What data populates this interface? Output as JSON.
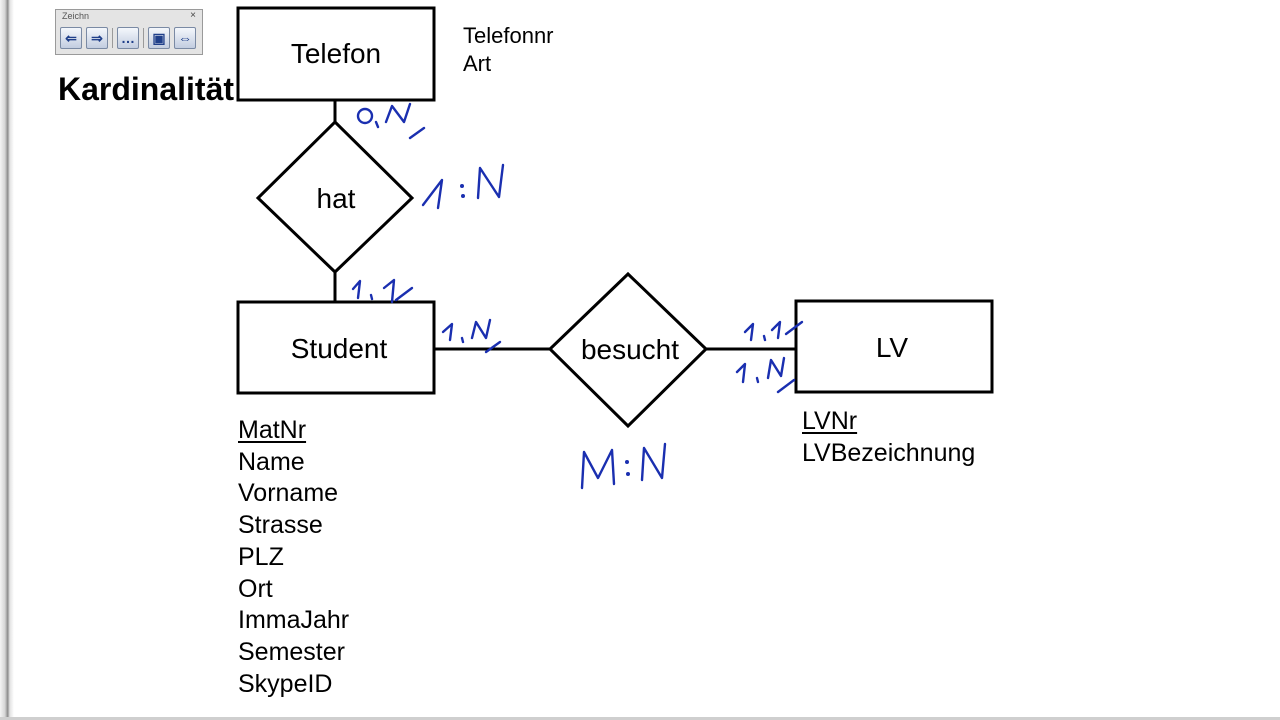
{
  "window": {
    "title": "Kardinalität",
    "toolbar": {
      "caption": "Zeichn",
      "close_glyph": "×",
      "buttons": [
        {
          "icon": "arrow-left-icon",
          "glyph": "⇐"
        },
        {
          "icon": "arrow-right-icon",
          "glyph": "⇒"
        },
        {
          "icon": "more-icon",
          "glyph": "…"
        },
        {
          "icon": "screen-icon",
          "glyph": "▣"
        },
        {
          "icon": "pin-icon",
          "glyph": "⇔"
        }
      ]
    }
  },
  "diagram": {
    "entities": {
      "telefon": "Telefon",
      "student": "Student",
      "lv": "LV"
    },
    "relationships": {
      "hat": "hat",
      "besucht": "besucht"
    },
    "attributes": {
      "telefon": [
        "Telefonnr",
        "Art"
      ],
      "student": {
        "key": "MatNr",
        "others": [
          "Name",
          "Vorname",
          "Strasse",
          "PLZ",
          "Ort",
          "ImmaJahr",
          "Semester",
          "SkypeID"
        ]
      },
      "lv": {
        "key": "LVNr",
        "others": [
          "LVBezeichnung"
        ]
      }
    },
    "handwritten_annotations": {
      "telefon_hat": "0,N",
      "hat_cardinality": "1:N",
      "student_hat": "1,1",
      "student_besucht": "1,N",
      "lv_besucht_top": "1,1",
      "lv_besucht_bottom": "1,N",
      "besucht_cardinality": "M:N"
    },
    "colors": {
      "ink": "#1a2fb0",
      "lines": "#000000"
    }
  }
}
